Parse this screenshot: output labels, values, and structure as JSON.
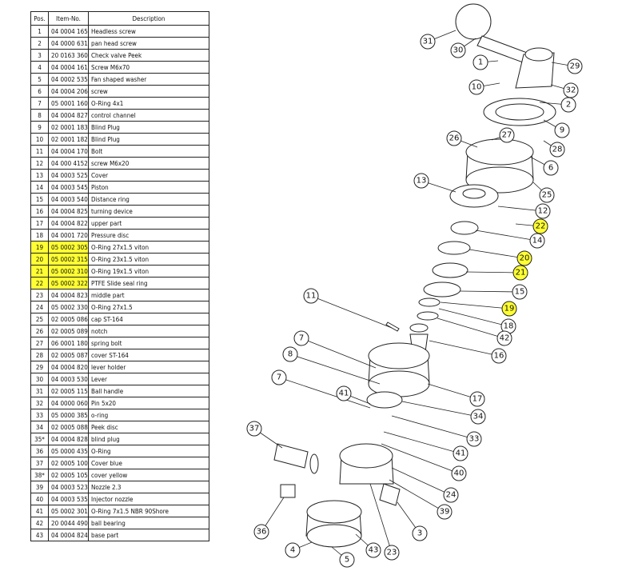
{
  "table": {
    "headers": {
      "pos": "Pos.",
      "item": "Item-No.",
      "desc": "Description"
    },
    "rows": [
      {
        "pos": "1",
        "item": "04 0004 165",
        "desc": "Headless screw",
        "hl": false
      },
      {
        "pos": "2",
        "item": "04 0000 631",
        "desc": "pan head screw",
        "hl": false
      },
      {
        "pos": "3",
        "item": "20 0163 360",
        "desc": "Check valve Peek",
        "hl": false
      },
      {
        "pos": "4",
        "item": "04 0004 161",
        "desc": "Screw M6x70",
        "hl": false
      },
      {
        "pos": "5",
        "item": "04 0002 535",
        "desc": "Fan shaped washer",
        "hl": false
      },
      {
        "pos": "6",
        "item": "04 0004 206",
        "desc": "screw",
        "hl": false
      },
      {
        "pos": "7",
        "item": "05 0001 160",
        "desc": "O-Ring 4x1",
        "hl": false
      },
      {
        "pos": "8",
        "item": "04 0004 827",
        "desc": "control channel",
        "hl": false
      },
      {
        "pos": "9",
        "item": "02 0001 183",
        "desc": "Blind Plug",
        "hl": false
      },
      {
        "pos": "10",
        "item": "02 0001 182",
        "desc": "Blind Plug",
        "hl": false
      },
      {
        "pos": "11",
        "item": "04 0004 170",
        "desc": "Bolt",
        "hl": false
      },
      {
        "pos": "12",
        "item": "04 000 4152",
        "desc": "screw M6x20",
        "hl": false
      },
      {
        "pos": "13",
        "item": "04 0003 525",
        "desc": "Cover",
        "hl": false
      },
      {
        "pos": "14",
        "item": "04 0003 545",
        "desc": "Piston",
        "hl": false
      },
      {
        "pos": "15",
        "item": "04 0003 540",
        "desc": "Distance ring",
        "hl": false
      },
      {
        "pos": "16",
        "item": "04 0004 825",
        "desc": "turning device",
        "hl": false
      },
      {
        "pos": "17",
        "item": "04 0004 822",
        "desc": "upper part",
        "hl": false
      },
      {
        "pos": "18",
        "item": "04 0001 720",
        "desc": "Pressure disc",
        "hl": false
      },
      {
        "pos": "19",
        "item": "05 0002 305",
        "desc": "O-Ring 27x1.5 viton",
        "hl": true
      },
      {
        "pos": "20",
        "item": "05 0002 315",
        "desc": "O-Ring 23x1.5 viton",
        "hl": true
      },
      {
        "pos": "21",
        "item": "05 0002 310",
        "desc": "O-Ring 19x1.5 viton",
        "hl": true
      },
      {
        "pos": "22",
        "item": "05 0002 322",
        "desc": "PTFE Slide seal ring",
        "hl": true
      },
      {
        "pos": "23",
        "item": "04 0004 823",
        "desc": "middle part",
        "hl": false
      },
      {
        "pos": "24",
        "item": "05 0002 330",
        "desc": "O-Ring 27x1.5",
        "hl": false
      },
      {
        "pos": "25",
        "item": "02 0005 086",
        "desc": "cap ST-164",
        "hl": false
      },
      {
        "pos": "26",
        "item": "02 0005 089",
        "desc": "notch",
        "hl": false
      },
      {
        "pos": "27",
        "item": "06 0001 180",
        "desc": "spring bolt",
        "hl": false
      },
      {
        "pos": "28",
        "item": "02 0005 087",
        "desc": "cover ST-164",
        "hl": false
      },
      {
        "pos": "29",
        "item": "04 0004 820",
        "desc": "lever holder",
        "hl": false
      },
      {
        "pos": "30",
        "item": "04 0003 530",
        "desc": "Lever",
        "hl": false
      },
      {
        "pos": "31",
        "item": "02 0005 115",
        "desc": "Ball handle",
        "hl": false
      },
      {
        "pos": "32",
        "item": "04 0000 060",
        "desc": "Pin 5x20",
        "hl": false
      },
      {
        "pos": "33",
        "item": "05 0000 385",
        "desc": "o-ring",
        "hl": false
      },
      {
        "pos": "34",
        "item": "02 0005 088",
        "desc": "Peek disc",
        "hl": false
      },
      {
        "pos": "35*",
        "item": "04 0004 828",
        "desc": "blind plug",
        "hl": false
      },
      {
        "pos": "36",
        "item": "05 0000 435",
        "desc": "O-Ring",
        "hl": false
      },
      {
        "pos": "37",
        "item": "02 0005 100",
        "desc": "Cover blue",
        "hl": false
      },
      {
        "pos": "38*",
        "item": "02 0005 105",
        "desc": "cover yellow",
        "hl": false
      },
      {
        "pos": "39",
        "item": "04 0003 523",
        "desc": "Nozzle 2.3",
        "hl": false
      },
      {
        "pos": "40",
        "item": "04 0003 535",
        "desc": "Injector nozzle",
        "hl": false
      },
      {
        "pos": "41",
        "item": "05 0002 301",
        "desc": "O-Ring 7x1.5 NBR 90Shore",
        "hl": false
      },
      {
        "pos": "42",
        "item": "20 0044 490",
        "desc": "ball bearing",
        "hl": false
      },
      {
        "pos": "43",
        "item": "04 0004 824",
        "desc": "base part",
        "hl": false
      }
    ]
  },
  "callouts": [
    {
      "label": "31",
      "hl": false
    },
    {
      "label": "30",
      "hl": false
    },
    {
      "label": "1",
      "hl": false
    },
    {
      "label": "29",
      "hl": false
    },
    {
      "label": "10",
      "hl": false
    },
    {
      "label": "32",
      "hl": false
    },
    {
      "label": "2",
      "hl": false
    },
    {
      "label": "9",
      "hl": false
    },
    {
      "label": "27",
      "hl": false
    },
    {
      "label": "26",
      "hl": false
    },
    {
      "label": "28",
      "hl": false
    },
    {
      "label": "6",
      "hl": false
    },
    {
      "label": "13",
      "hl": false
    },
    {
      "label": "25",
      "hl": false
    },
    {
      "label": "12",
      "hl": false
    },
    {
      "label": "22",
      "hl": true
    },
    {
      "label": "14",
      "hl": false
    },
    {
      "label": "20",
      "hl": true
    },
    {
      "label": "21",
      "hl": true
    },
    {
      "label": "15",
      "hl": false
    },
    {
      "label": "11",
      "hl": false
    },
    {
      "label": "19",
      "hl": true
    },
    {
      "label": "18",
      "hl": false
    },
    {
      "label": "42",
      "hl": false
    },
    {
      "label": "16",
      "hl": false
    },
    {
      "label": "7",
      "hl": false
    },
    {
      "label": "8",
      "hl": false
    },
    {
      "label": "17",
      "hl": false
    },
    {
      "label": "7",
      "hl": false
    },
    {
      "label": "41",
      "hl": false
    },
    {
      "label": "34",
      "hl": false
    },
    {
      "label": "37",
      "hl": false
    },
    {
      "label": "33",
      "hl": false
    },
    {
      "label": "41",
      "hl": false
    },
    {
      "label": "40",
      "hl": false
    },
    {
      "label": "24",
      "hl": false
    },
    {
      "label": "39",
      "hl": false
    },
    {
      "label": "3",
      "hl": false
    },
    {
      "label": "36",
      "hl": false
    },
    {
      "label": "23",
      "hl": false
    },
    {
      "label": "43",
      "hl": false
    },
    {
      "label": "4",
      "hl": false
    },
    {
      "label": "5",
      "hl": false
    }
  ],
  "colors": {
    "highlight": "#ffff33",
    "line": "#222222"
  }
}
